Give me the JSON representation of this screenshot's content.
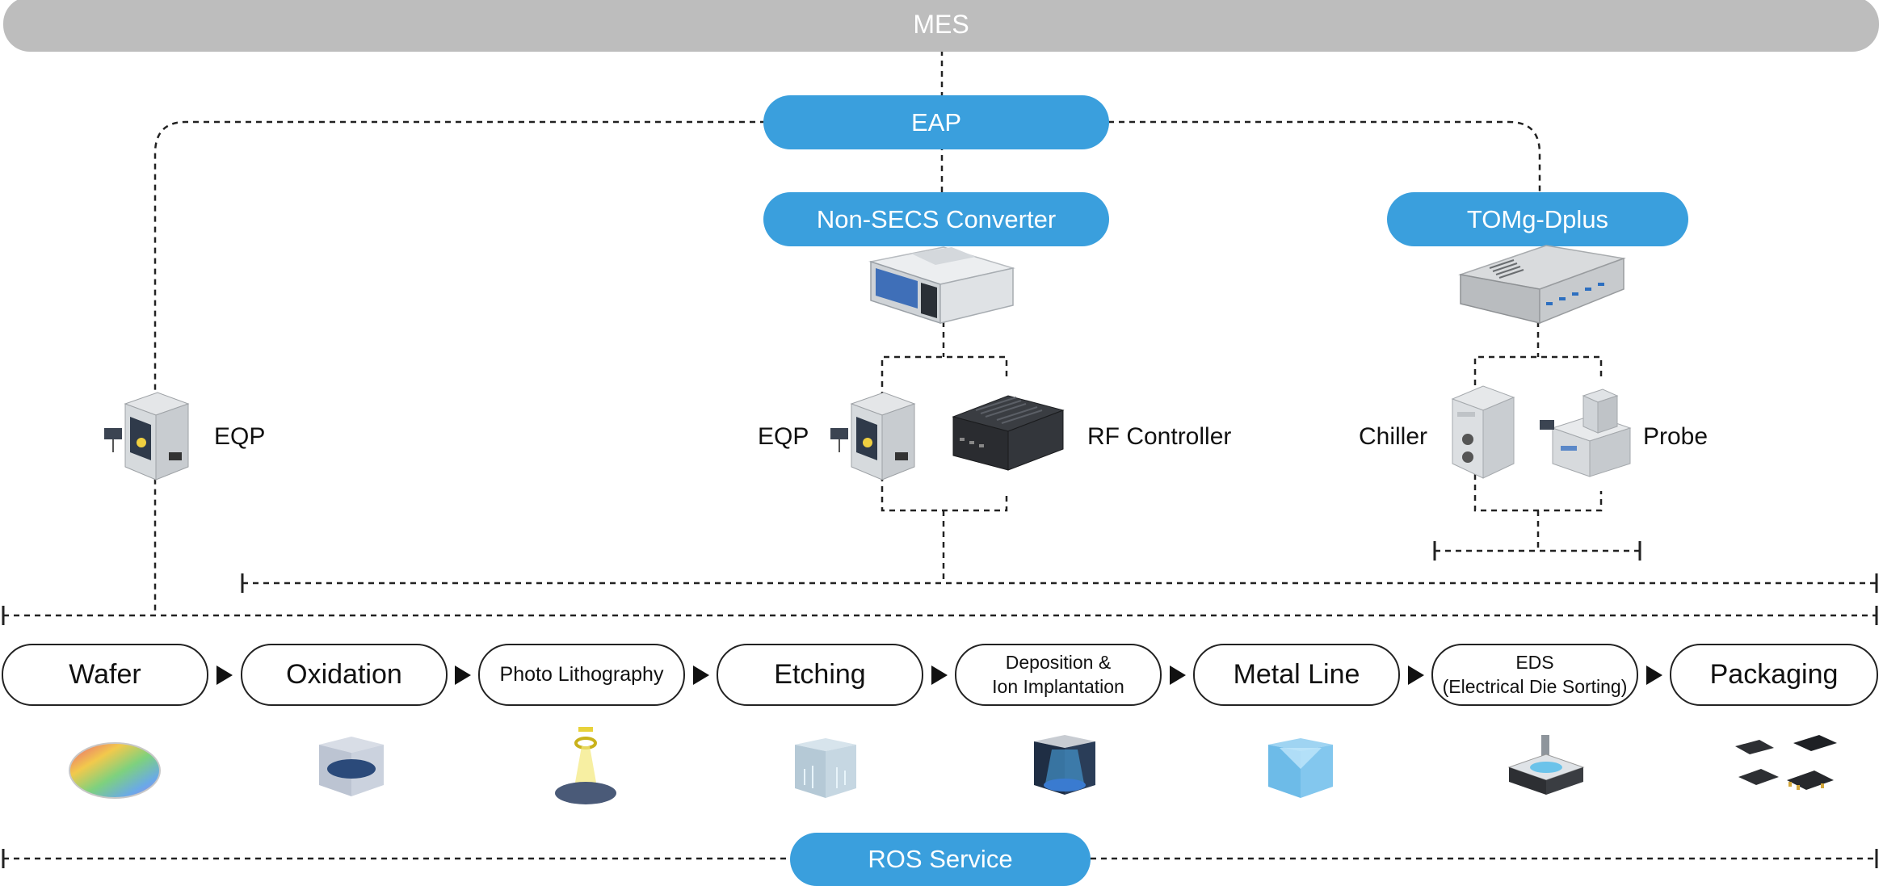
{
  "top": {
    "mes": "MES"
  },
  "middleware": {
    "eap": "EAP",
    "converter": "Non-SECS Converter",
    "tomg": "TOMg-Dplus"
  },
  "equipment": {
    "eqp_left": "EQP",
    "eqp_mid": "EQP",
    "rf_controller": "RF Controller",
    "chiller": "Chiller",
    "probe": "Probe"
  },
  "process": {
    "steps": [
      {
        "label": "Wafer"
      },
      {
        "label": "Oxidation"
      },
      {
        "label": "Photo Lithography"
      },
      {
        "label": "Etching"
      },
      {
        "label": "Deposition &\nIon Implantation"
      },
      {
        "label": "Metal Line"
      },
      {
        "label": "EDS\n(Electrical Die Sorting)"
      },
      {
        "label": "Packaging"
      }
    ]
  },
  "bottom": {
    "ros": "ROS Service"
  },
  "colors": {
    "blue": "#3a9fdd",
    "gray": "#bdbdbd",
    "line": "#222222"
  }
}
